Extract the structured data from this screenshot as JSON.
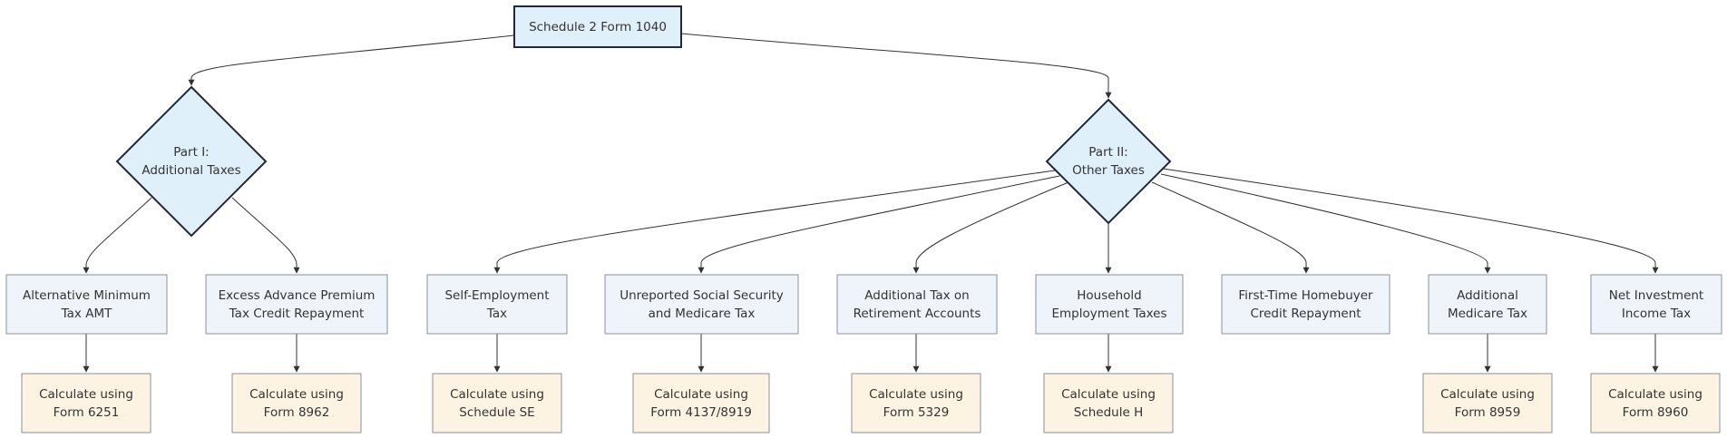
{
  "colors": {
    "root_fill": "#dff0fb",
    "root_stroke": "#1f2a33",
    "decision_fill": "#dff0fb",
    "decision_stroke": "#1f2a33",
    "item_fill": "#eef4f9",
    "item_stroke": "#8a9299",
    "calc_fill": "#fdf3e2",
    "calc_stroke": "#8a9299",
    "edge": "#333333"
  },
  "root": {
    "label": "Schedule 2 Form 1040"
  },
  "part1": {
    "line1": "Part I:",
    "line2": "Additional Taxes"
  },
  "part2": {
    "line1": "Part II:",
    "line2": "Other Taxes"
  },
  "items": [
    {
      "line1": "Alternative Minimum",
      "line2": "Tax AMT",
      "calc1": "Calculate using",
      "calc2": "Form 6251"
    },
    {
      "line1": "Excess Advance Premium",
      "line2": "Tax Credit Repayment",
      "calc1": "Calculate using",
      "calc2": "Form 8962"
    },
    {
      "line1": "Self-Employment",
      "line2": "Tax",
      "calc1": "Calculate using",
      "calc2": "Schedule SE"
    },
    {
      "line1": "Unreported Social Security",
      "line2": "and Medicare Tax",
      "calc1": "Calculate using",
      "calc2": "Form 4137/8919"
    },
    {
      "line1": "Additional Tax on",
      "line2": "Retirement Accounts",
      "calc1": "Calculate using",
      "calc2": "Form 5329"
    },
    {
      "line1": "Household",
      "line2": "Employment Taxes",
      "calc1": "Calculate using",
      "calc2": "Schedule H"
    },
    {
      "line1": "First-Time Homebuyer",
      "line2": "Credit Repayment"
    },
    {
      "line1": "Additional",
      "line2": "Medicare Tax",
      "calc1": "Calculate using",
      "calc2": "Form 8959"
    },
    {
      "line1": "Net Investment",
      "line2": "Income Tax",
      "calc1": "Calculate using",
      "calc2": "Form 8960"
    }
  ]
}
